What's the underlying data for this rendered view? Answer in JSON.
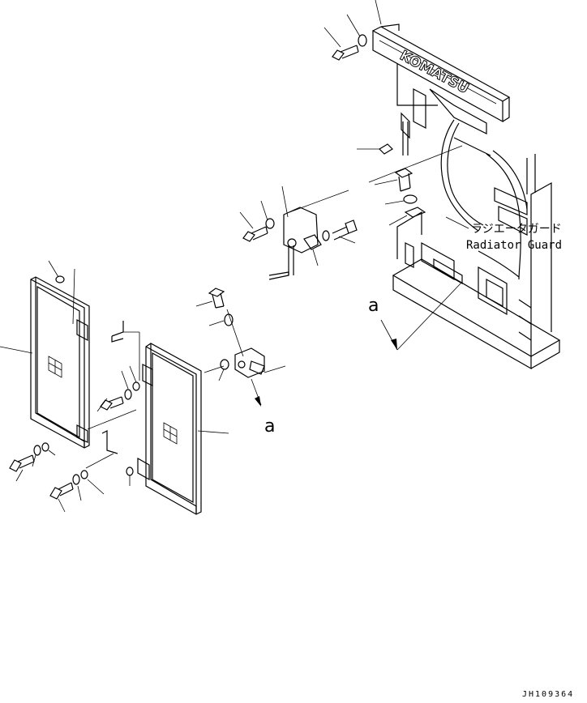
{
  "labels": {
    "guard_jp": "ラジエータガード",
    "guard_en": "Radiator Guard",
    "detail_a_main": "a",
    "detail_a_hinge": "a",
    "drawing_number": "JH109364",
    "brand_plate": "KOMATSU"
  }
}
